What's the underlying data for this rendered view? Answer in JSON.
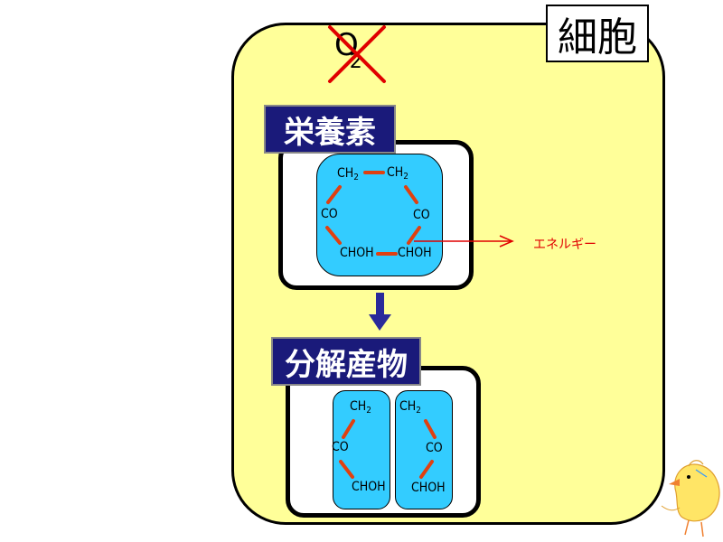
{
  "cell": {
    "label": "細胞"
  },
  "oxygen": {
    "symbol": "O",
    "subscript": "2"
  },
  "nutrient": {
    "title": "栄養素",
    "ring": {
      "top_left": "CH",
      "top_right": "CH",
      "sub": "2",
      "mid_left": "CO",
      "mid_right": "CO",
      "bottom_left": "CHOH",
      "bottom_right": "CHOH"
    }
  },
  "energy": {
    "label": "エネルギー"
  },
  "product": {
    "title": "分解産物",
    "fragments": [
      {
        "top": "CH",
        "sub": "2",
        "mid": "CO",
        "bottom": "CHOH"
      },
      {
        "top": "CH",
        "sub": "2",
        "mid": "CO",
        "bottom": "CHOH"
      }
    ]
  },
  "colors": {
    "cell_fill": "#ffff99",
    "title_bg": "#1a1a7a",
    "molecule": "#33ccff",
    "bond": "#e04010",
    "cross": "#e00000",
    "arrow": "#2a2a9a"
  }
}
